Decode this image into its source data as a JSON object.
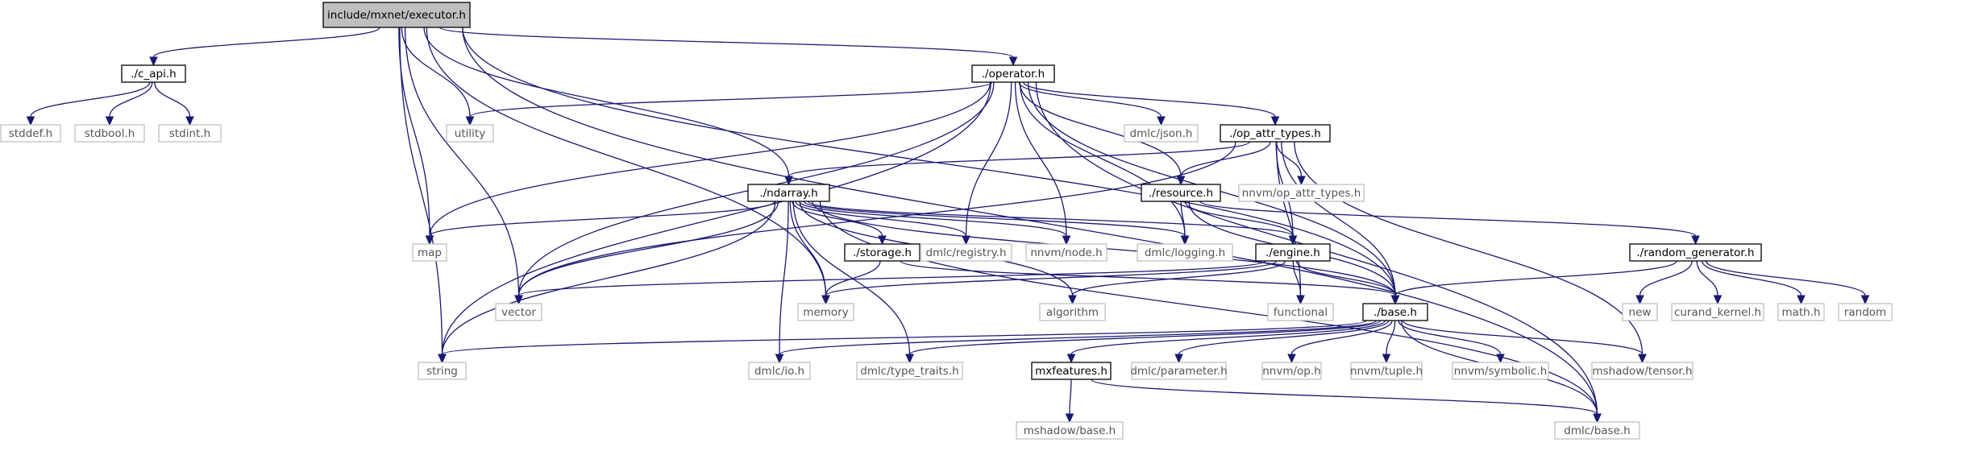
{
  "graph": {
    "nodes": [
      {
        "id": "executor",
        "label": "include/mxnet/executor.h",
        "kind": "root"
      },
      {
        "id": "c_api",
        "label": "./c_api.h",
        "kind": "internal"
      },
      {
        "id": "operator",
        "label": "./operator.h",
        "kind": "internal"
      },
      {
        "id": "op_attr_types",
        "label": "./op_attr_types.h",
        "kind": "internal"
      },
      {
        "id": "ndarray",
        "label": "./ndarray.h",
        "kind": "internal"
      },
      {
        "id": "resource",
        "label": "./resource.h",
        "kind": "internal"
      },
      {
        "id": "storage",
        "label": "./storage.h",
        "kind": "internal"
      },
      {
        "id": "engine",
        "label": "./engine.h",
        "kind": "internal"
      },
      {
        "id": "random_generator",
        "label": "./random_generator.h",
        "kind": "internal"
      },
      {
        "id": "base",
        "label": "./base.h",
        "kind": "internal"
      },
      {
        "id": "mxfeatures",
        "label": "mxfeatures.h",
        "kind": "internal"
      },
      {
        "id": "stddef",
        "label": "stddef.h",
        "kind": "external"
      },
      {
        "id": "stdbool",
        "label": "stdbool.h",
        "kind": "external"
      },
      {
        "id": "stdint",
        "label": "stdint.h",
        "kind": "external"
      },
      {
        "id": "utility",
        "label": "utility",
        "kind": "external"
      },
      {
        "id": "dmlc_json",
        "label": "dmlc/json.h",
        "kind": "external"
      },
      {
        "id": "nnvm_op_attr_types",
        "label": "nnvm/op_attr_types.h",
        "kind": "external"
      },
      {
        "id": "map",
        "label": "map",
        "kind": "external"
      },
      {
        "id": "dmlc_registry",
        "label": "dmlc/registry.h",
        "kind": "external"
      },
      {
        "id": "nnvm_node",
        "label": "nnvm/node.h",
        "kind": "external"
      },
      {
        "id": "dmlc_logging",
        "label": "dmlc/logging.h",
        "kind": "external"
      },
      {
        "id": "vector",
        "label": "vector",
        "kind": "external"
      },
      {
        "id": "memory",
        "label": "memory",
        "kind": "external"
      },
      {
        "id": "algorithm",
        "label": "algorithm",
        "kind": "external"
      },
      {
        "id": "functional",
        "label": "functional",
        "kind": "external"
      },
      {
        "id": "new",
        "label": "new",
        "kind": "external"
      },
      {
        "id": "curand_kernel",
        "label": "curand_kernel.h",
        "kind": "external"
      },
      {
        "id": "math",
        "label": "math.h",
        "kind": "external"
      },
      {
        "id": "random",
        "label": "random",
        "kind": "external"
      },
      {
        "id": "string",
        "label": "string",
        "kind": "external"
      },
      {
        "id": "dmlc_io",
        "label": "dmlc/io.h",
        "kind": "external"
      },
      {
        "id": "dmlc_type_traits",
        "label": "dmlc/type_traits.h",
        "kind": "external"
      },
      {
        "id": "dmlc_parameter",
        "label": "dmlc/parameter.h",
        "kind": "external"
      },
      {
        "id": "nnvm_op",
        "label": "nnvm/op.h",
        "kind": "external"
      },
      {
        "id": "nnvm_tuple",
        "label": "nnvm/tuple.h",
        "kind": "external"
      },
      {
        "id": "nnvm_symbolic",
        "label": "nnvm/symbolic.h",
        "kind": "external"
      },
      {
        "id": "mshadow_tensor",
        "label": "mshadow/tensor.h",
        "kind": "external"
      },
      {
        "id": "mshadow_base",
        "label": "mshadow/base.h",
        "kind": "external"
      },
      {
        "id": "dmlc_base",
        "label": "dmlc/base.h",
        "kind": "external"
      }
    ],
    "edges": [
      [
        "executor",
        "c_api"
      ],
      [
        "executor",
        "operator"
      ],
      [
        "executor",
        "utility"
      ],
      [
        "executor",
        "map"
      ],
      [
        "executor",
        "vector"
      ],
      [
        "executor",
        "memory"
      ],
      [
        "executor",
        "string"
      ],
      [
        "executor",
        "ndarray"
      ],
      [
        "executor",
        "base"
      ],
      [
        "executor",
        "dmlc_base"
      ],
      [
        "c_api",
        "stddef"
      ],
      [
        "c_api",
        "stdbool"
      ],
      [
        "c_api",
        "stdint"
      ],
      [
        "operator",
        "utility"
      ],
      [
        "operator",
        "dmlc_json"
      ],
      [
        "operator",
        "op_attr_types"
      ],
      [
        "operator",
        "map"
      ],
      [
        "operator",
        "vector"
      ],
      [
        "operator",
        "string"
      ],
      [
        "operator",
        "dmlc_registry"
      ],
      [
        "operator",
        "nnvm_node"
      ],
      [
        "operator",
        "dmlc_logging"
      ],
      [
        "operator",
        "resource"
      ],
      [
        "operator",
        "base"
      ],
      [
        "operator",
        "dmlc_base"
      ],
      [
        "op_attr_types",
        "ndarray"
      ],
      [
        "op_attr_types",
        "resource"
      ],
      [
        "op_attr_types",
        "nnvm_op_attr_types"
      ],
      [
        "op_attr_types",
        "vector"
      ],
      [
        "op_attr_types",
        "engine"
      ],
      [
        "op_attr_types",
        "functional"
      ],
      [
        "op_attr_types",
        "base"
      ],
      [
        "op_attr_types",
        "mshadow_tensor"
      ],
      [
        "ndarray",
        "map"
      ],
      [
        "ndarray",
        "vector"
      ],
      [
        "ndarray",
        "string"
      ],
      [
        "ndarray",
        "memory"
      ],
      [
        "ndarray",
        "storage"
      ],
      [
        "ndarray",
        "dmlc_registry"
      ],
      [
        "ndarray",
        "nnvm_node"
      ],
      [
        "ndarray",
        "dmlc_logging"
      ],
      [
        "ndarray",
        "engine"
      ],
      [
        "ndarray",
        "algorithm"
      ],
      [
        "ndarray",
        "base"
      ],
      [
        "ndarray",
        "dmlc_io"
      ],
      [
        "ndarray",
        "dmlc_type_traits"
      ],
      [
        "ndarray",
        "dmlc_base"
      ],
      [
        "resource",
        "dmlc_logging"
      ],
      [
        "resource",
        "engine"
      ],
      [
        "resource",
        "random_generator"
      ],
      [
        "resource",
        "base"
      ],
      [
        "storage",
        "memory"
      ],
      [
        "storage",
        "base"
      ],
      [
        "engine",
        "vector"
      ],
      [
        "engine",
        "memory"
      ],
      [
        "engine",
        "algorithm"
      ],
      [
        "engine",
        "functional"
      ],
      [
        "engine",
        "base"
      ],
      [
        "random_generator",
        "base"
      ],
      [
        "random_generator",
        "new"
      ],
      [
        "random_generator",
        "curand_kernel"
      ],
      [
        "random_generator",
        "math"
      ],
      [
        "random_generator",
        "random"
      ],
      [
        "base",
        "string"
      ],
      [
        "base",
        "dmlc_io"
      ],
      [
        "base",
        "dmlc_type_traits"
      ],
      [
        "base",
        "mxfeatures"
      ],
      [
        "base",
        "dmlc_parameter"
      ],
      [
        "base",
        "nnvm_op"
      ],
      [
        "base",
        "nnvm_tuple"
      ],
      [
        "base",
        "nnvm_symbolic"
      ],
      [
        "base",
        "mshadow_tensor"
      ],
      [
        "base",
        "dmlc_base"
      ],
      [
        "mxfeatures",
        "mshadow_base"
      ],
      [
        "mxfeatures",
        "dmlc_base"
      ]
    ]
  }
}
